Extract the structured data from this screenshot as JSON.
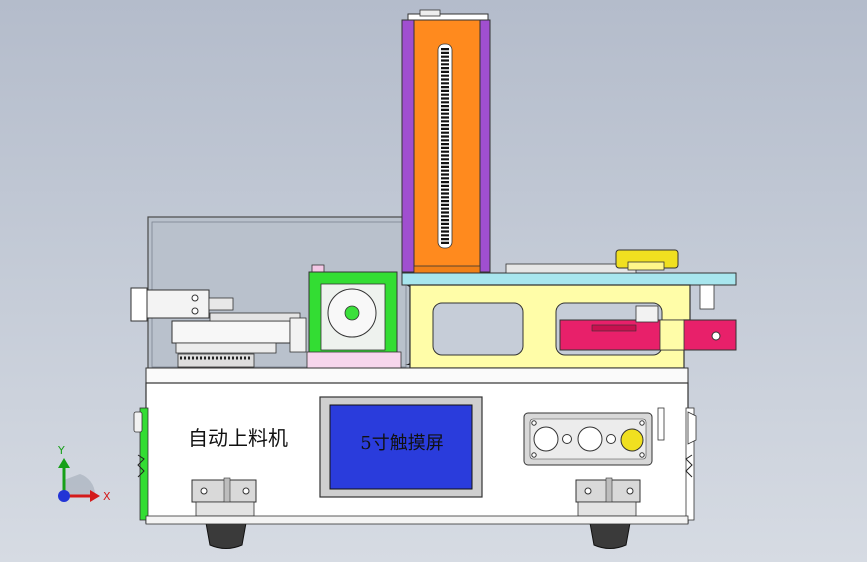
{
  "machine": {
    "name_label": "自动上料机",
    "screen_label": "5寸触摸屏"
  },
  "triad": {
    "y_label": "Y",
    "x_label": "X"
  },
  "colors": {
    "background": "#c3cad6",
    "column": "#ff8a1e",
    "column_side": "#a04fd0",
    "plate": "#fffda8",
    "rail": "#a8e6ee",
    "green_part": "#33dd33",
    "pink_part": "#e8206a",
    "screen": "#2a3cdc",
    "button_yellow": "#f0e020"
  }
}
